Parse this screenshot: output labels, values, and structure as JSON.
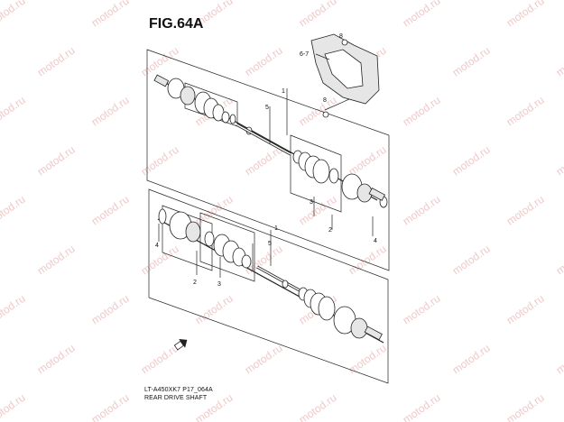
{
  "figure": {
    "title": "FIG.64A",
    "model_code": "LT-A450XK7 P17_064A",
    "caption": "REAR DRIVE SHAFT"
  },
  "watermark": {
    "text": "motod.ru",
    "color": "#f0c9c9"
  },
  "upper_assembly": {
    "labels": {
      "shaft_assy": "1",
      "joint_set": "2",
      "boot_set": "3",
      "circlip": "4",
      "shaft": "5",
      "guard": "6-7",
      "bolt": "8"
    }
  },
  "lower_assembly": {
    "labels": {
      "shaft_assy": "1",
      "joint_set": "2",
      "boot_set": "3",
      "circlip": "4",
      "shaft": "5"
    }
  },
  "icons": {
    "forward_arrow": "forward-arrow-icon"
  }
}
